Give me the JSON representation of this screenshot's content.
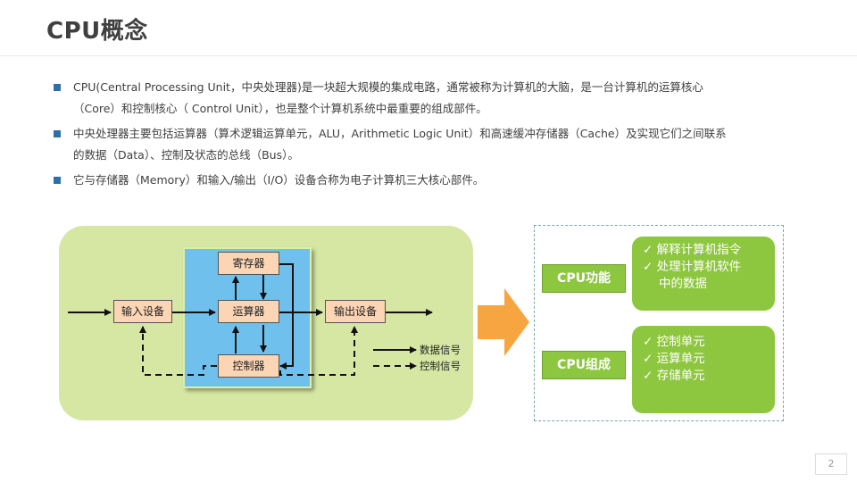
{
  "title": "CPU概念",
  "bullets": [
    {
      "line1": "CPU(Central Processing Unit，中央处理器)是一块超大规模的集成电路，通常被称为计算机的大脑，是一台计算机的运算核心",
      "line2": "（Core）和控制核心（ Control Unit），也是整个计算机系统中最重要的组成部件。"
    },
    {
      "line1": "中央处理器主要包括运算器（算术逻辑运算单元，ALU，Arithmetic Logic Unit）和高速缓冲存储器（Cache）及实现它们之间联系",
      "line2": "的数据（Data）、控制及状态的总线（Bus）。"
    },
    {
      "line1": "它与存储器（Memory）和输入/输出（I/O）设备合称为电子计算机三大核心部件。",
      "line2": ""
    }
  ],
  "diagram": {
    "input": "输入设备",
    "register": "寄存器",
    "alu": "运算器",
    "controller": "控制器",
    "output": "输出设备",
    "legend_data": "数据信号",
    "legend_control": "控制信号"
  },
  "cpu_function": {
    "label": "CPU功能",
    "items": [
      "✓ 解释计算机指令",
      "✓ 处理计算机软件",
      "中的数据"
    ]
  },
  "cpu_composition": {
    "label": "CPU组成",
    "items": [
      "✓ 控制单元",
      "✓ 运算单元",
      "✓ 存储单元"
    ]
  },
  "page_number": "2",
  "colors": {
    "green_panel": "#d6e7a3",
    "cpu_blue": "#6fc0ec",
    "node_fill": "#fbd5b4",
    "accent_green": "#8dc63f",
    "arrow_orange": "#f7a541",
    "bullet_blue": "#2f6fa7"
  }
}
